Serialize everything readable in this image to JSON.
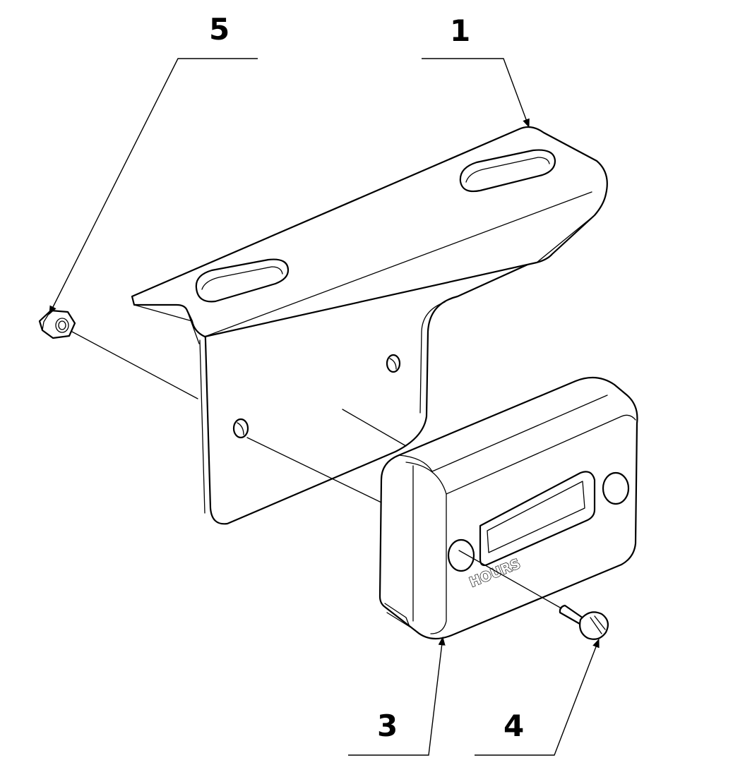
{
  "diagram": {
    "callouts": [
      {
        "id": "1",
        "label": "1",
        "part": "bracket"
      },
      {
        "id": "3",
        "label": "3",
        "part": "hour-meter"
      },
      {
        "id": "4",
        "label": "4",
        "part": "screw"
      },
      {
        "id": "5",
        "label": "5",
        "part": "nut"
      }
    ],
    "meter_face_text": "HOURS",
    "colors": {
      "line": "#000000",
      "background": "#ffffff"
    }
  }
}
